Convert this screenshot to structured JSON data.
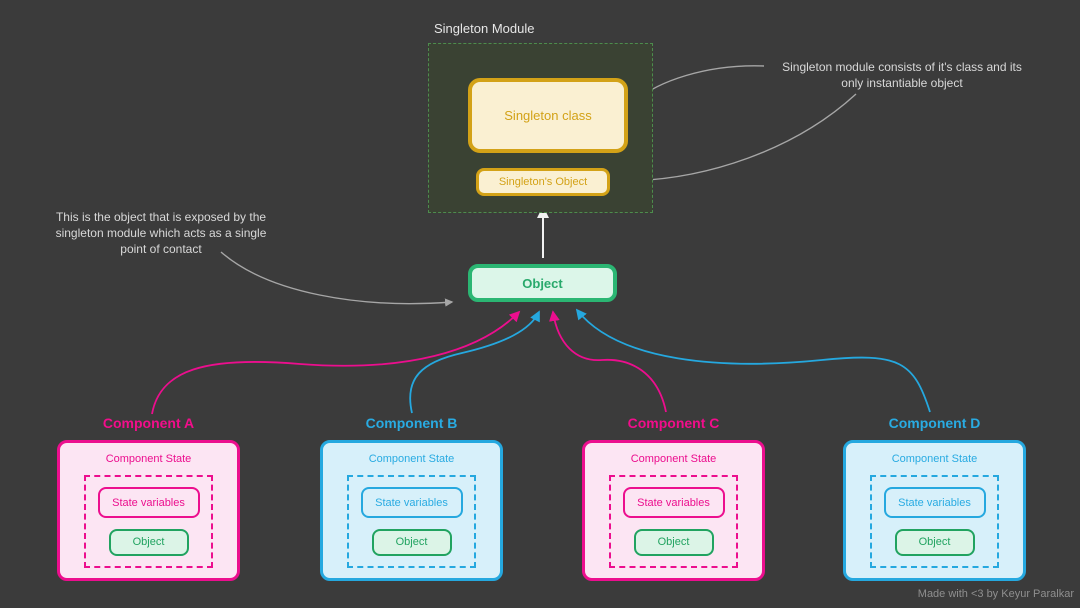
{
  "singleton_module": {
    "label": "Singleton Module",
    "class_box": "Singleton class",
    "object_box": "Singleton's Object"
  },
  "exposed_object": {
    "label": "Object"
  },
  "annotations": {
    "module_note": "Singleton module consists of it's class and its only instantiable object",
    "object_note": "This is the object that is exposed by the singleton module which acts as a single point of contact"
  },
  "components": [
    {
      "title": "Component A",
      "theme": "pink",
      "state_title": "Component State",
      "state_variables": "State variables",
      "object": "Object"
    },
    {
      "title": "Component B",
      "theme": "cyan",
      "state_title": "Component State",
      "state_variables": "State variables",
      "object": "Object"
    },
    {
      "title": "Component C",
      "theme": "pink",
      "state_title": "Component State",
      "state_variables": "State variables",
      "object": "Object"
    },
    {
      "title": "Component D",
      "theme": "cyan",
      "state_title": "Component State",
      "state_variables": "State variables",
      "object": "Object"
    }
  ],
  "footer": {
    "credit": "Made with <3 by Keyur Paralkar"
  },
  "colors": {
    "background": "#3b3b3b",
    "module_bg": "#3a4233",
    "module_dashed_border": "#4d8c4d",
    "gold_border": "#d3a217",
    "gold_fill": "#faf0d2",
    "green_border": "#2bb673",
    "green_fill": "#dcf6e9",
    "pink": "#ec0e8e",
    "pink_fill": "#fce5f3",
    "cyan": "#29abe2",
    "cyan_fill": "#d7f0fa",
    "arrow_gray": "#a6a6a6",
    "arrow_white": "#f2f2f2"
  }
}
